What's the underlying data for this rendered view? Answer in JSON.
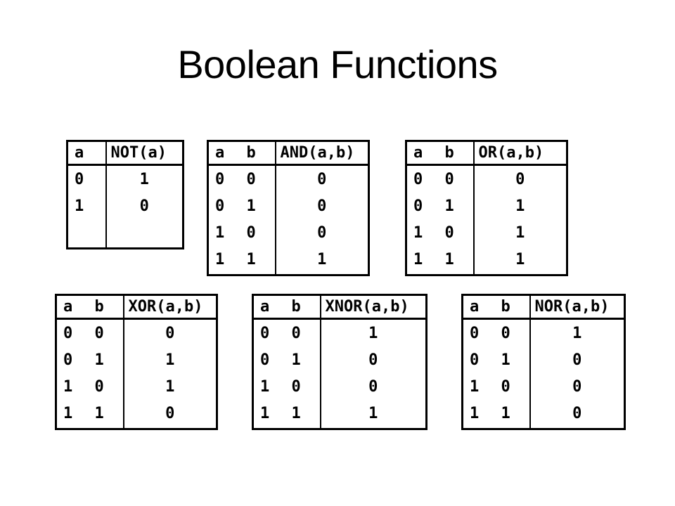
{
  "slide": {
    "title": "Boolean Functions"
  },
  "tables": [
    {
      "id": "not",
      "headers": [
        "a",
        "NOT(a)"
      ],
      "rows": [
        [
          "0",
          "1"
        ],
        [
          "1",
          "0"
        ]
      ]
    },
    {
      "id": "and",
      "headers": [
        "a",
        "b",
        "AND(a,b)"
      ],
      "rows": [
        [
          "0",
          "0",
          "0"
        ],
        [
          "0",
          "1",
          "0"
        ],
        [
          "1",
          "0",
          "0"
        ],
        [
          "1",
          "1",
          "1"
        ]
      ]
    },
    {
      "id": "or",
      "headers": [
        "a",
        "b",
        "OR(a,b)"
      ],
      "rows": [
        [
          "0",
          "0",
          "0"
        ],
        [
          "0",
          "1",
          "1"
        ],
        [
          "1",
          "0",
          "1"
        ],
        [
          "1",
          "1",
          "1"
        ]
      ]
    },
    {
      "id": "xor",
      "headers": [
        "a",
        "b",
        "XOR(a,b)"
      ],
      "rows": [
        [
          "0",
          "0",
          "0"
        ],
        [
          "0",
          "1",
          "1"
        ],
        [
          "1",
          "0",
          "1"
        ],
        [
          "1",
          "1",
          "0"
        ]
      ]
    },
    {
      "id": "xnor",
      "headers": [
        "a",
        "b",
        "XNOR(a,b)"
      ],
      "rows": [
        [
          "0",
          "0",
          "1"
        ],
        [
          "0",
          "1",
          "0"
        ],
        [
          "1",
          "0",
          "0"
        ],
        [
          "1",
          "1",
          "1"
        ]
      ]
    },
    {
      "id": "nor",
      "headers": [
        "a",
        "b",
        "NOR(a,b)"
      ],
      "rows": [
        [
          "0",
          "0",
          "1"
        ],
        [
          "0",
          "1",
          "0"
        ],
        [
          "1",
          "0",
          "0"
        ],
        [
          "1",
          "1",
          "0"
        ]
      ]
    }
  ]
}
